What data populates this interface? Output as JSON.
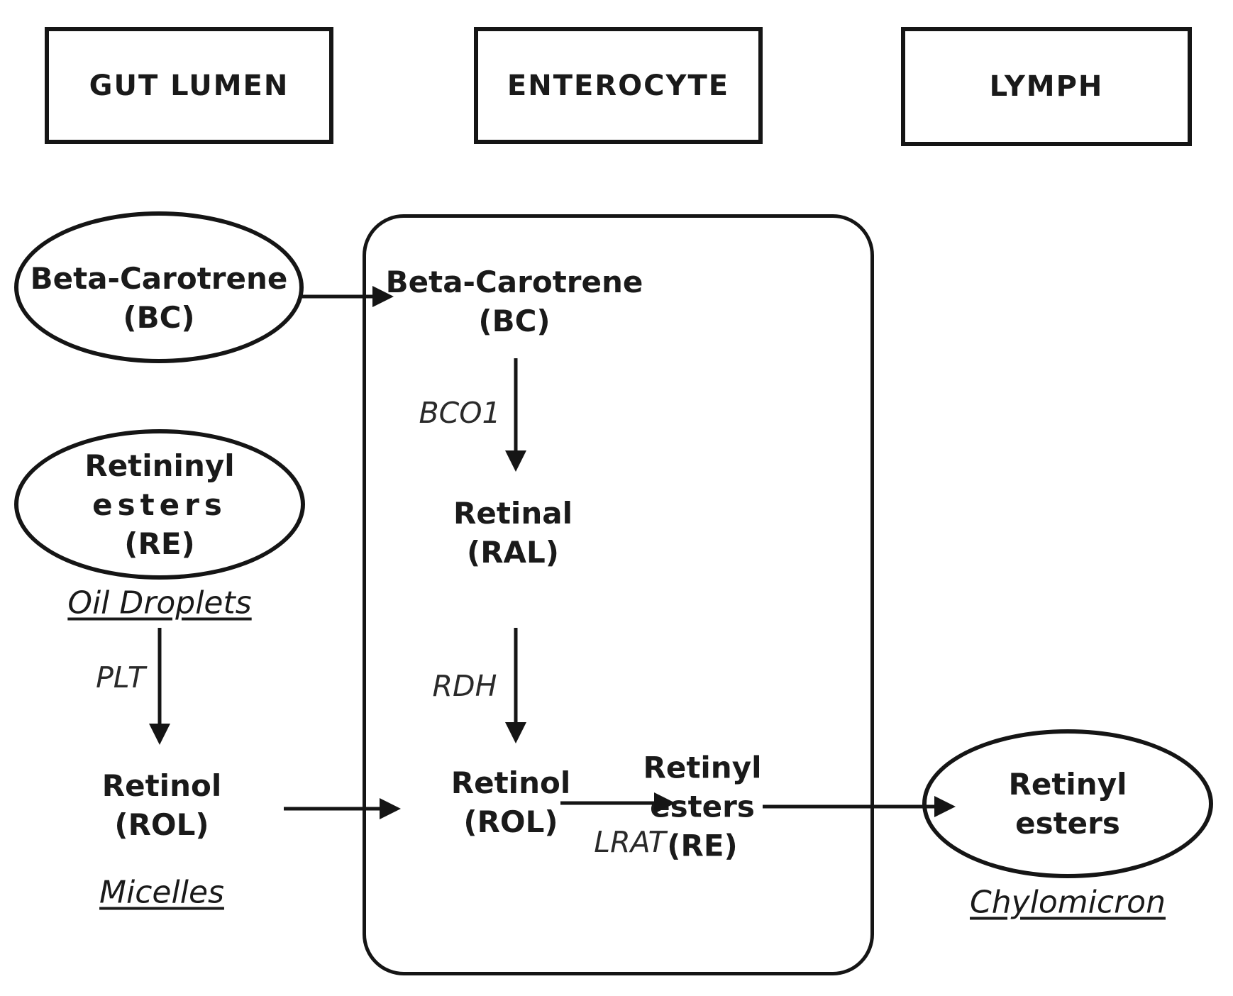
{
  "header": {
    "columns": [
      {
        "label": "GUT LUMEN"
      },
      {
        "label": "ENTEROCYTE"
      },
      {
        "label": "LYMPH"
      }
    ]
  },
  "gut_lumen": {
    "beta_carotene": {
      "name": "Beta-Carotrene",
      "abbr": "(BC)"
    },
    "retinyl_esters": {
      "name_line1": "Retininyl",
      "name_line2": "esters",
      "abbr": "(RE)",
      "carrier": "Oil Droplets"
    },
    "enzyme_plt": "PLT",
    "retinol": {
      "name": "Retinol",
      "abbr": "(ROL)",
      "carrier": "Micelles"
    }
  },
  "enterocyte": {
    "beta_carotene": {
      "name": "Beta-Carotrene",
      "abbr": "(BC)"
    },
    "enzymes": {
      "bco1": "BCO1",
      "rdh": "RDH",
      "lrat": "LRAT"
    },
    "retinal": {
      "name": "Retinal",
      "abbr": "(RAL)"
    },
    "retinol": {
      "name": "Retinol",
      "abbr": "(ROL)"
    },
    "retinyl_esters": {
      "name_line1": "Retinyl",
      "name_line2": "esters",
      "abbr": "(RE)"
    }
  },
  "lymph": {
    "retinyl_esters": {
      "name_line1": "Retinyl",
      "name_line2": "esters",
      "carrier": "Chylomicron"
    }
  },
  "colors": {
    "stroke": "#151515",
    "text": "#1a1a1a",
    "background": "#ffffff"
  }
}
